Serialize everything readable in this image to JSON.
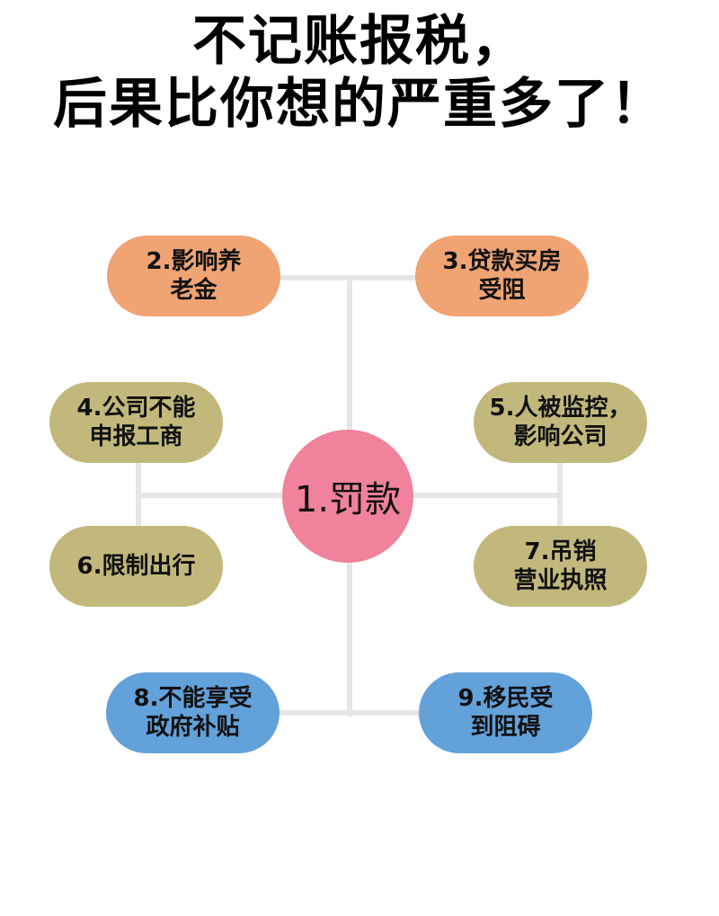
{
  "title": {
    "line1": "不记账报税，",
    "line2": "后果比你想的严重多了！"
  },
  "colors": {
    "orange": "#F0A373",
    "olive": "#C3B87C",
    "blue": "#62A1D9",
    "pink": "#F08299",
    "connector": "#E6E6E6"
  },
  "center": {
    "label": "1.罚款"
  },
  "nodes": [
    {
      "id": 2,
      "text": "2.影响养\n老金",
      "color": "orange"
    },
    {
      "id": 3,
      "text": "3.贷款买房\n受阻",
      "color": "orange"
    },
    {
      "id": 4,
      "text": "4.公司不能\n申报工商",
      "color": "olive"
    },
    {
      "id": 5,
      "text": "5.人被监控，\n影响公司",
      "color": "olive"
    },
    {
      "id": 6,
      "text": "6.限制出行",
      "color": "olive"
    },
    {
      "id": 7,
      "text": "7.吊销\n营业执照",
      "color": "olive"
    },
    {
      "id": 8,
      "text": "8.不能享受\n政府补贴",
      "color": "blue"
    },
    {
      "id": 9,
      "text": "9.移民受\n到阻碍",
      "color": "blue"
    }
  ]
}
